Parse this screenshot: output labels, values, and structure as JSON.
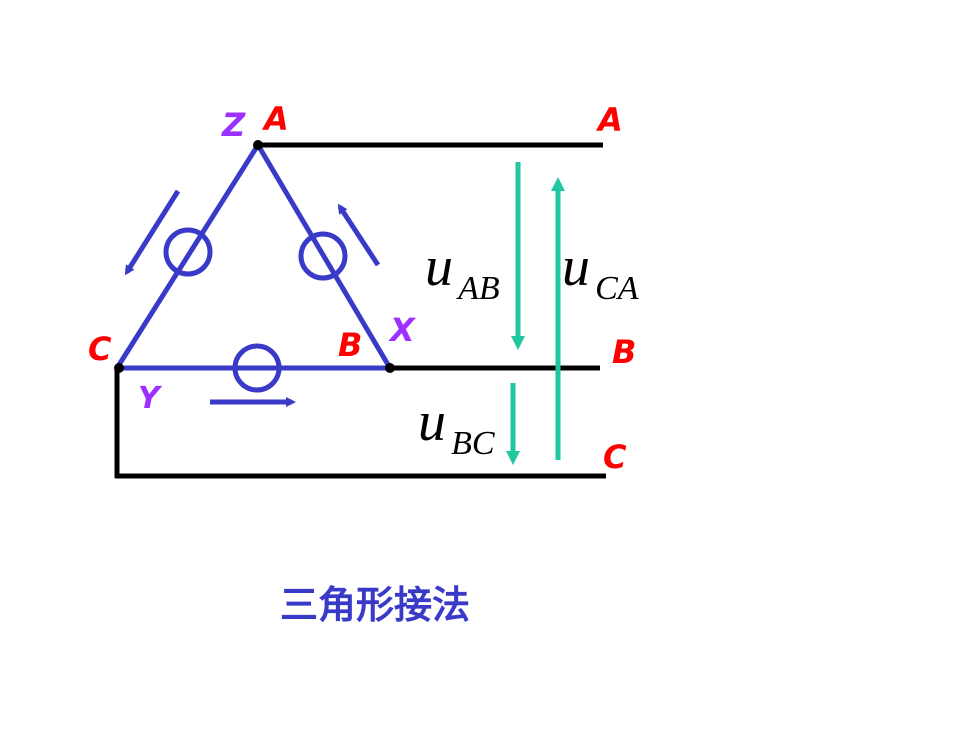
{
  "colors": {
    "winding": "#3a3ac8",
    "phase_label": "#ff0000",
    "end_label": "#9b30ff",
    "voltage_arrow": "#1fc8a0",
    "line": "#000000",
    "caption": "#3a3ac8"
  },
  "labels": {
    "a_top_left": "A",
    "z_top": "Z",
    "a_right": "A",
    "c_left": "C",
    "y_bottom": "Y",
    "b_mid": "B",
    "x_mid": "X",
    "b_right": "B",
    "c_right": "C"
  },
  "voltages": {
    "uab_main": "u",
    "uab_sub": "AB",
    "uca_main": "u",
    "uca_sub": "CA",
    "ubc_main": "u",
    "ubc_sub": "BC"
  },
  "caption": "三角形接法"
}
